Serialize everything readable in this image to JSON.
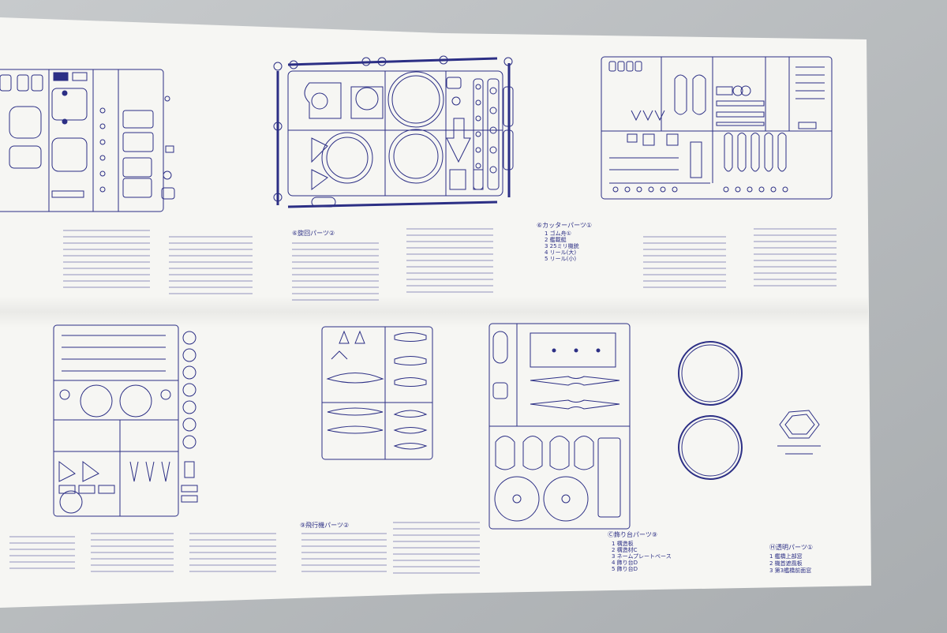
{
  "sheet": {
    "paper_color": "#f6f6f3",
    "ink_color": "#2c2f85",
    "background_color": "#bfc3c6"
  },
  "section_headings": {
    "turret_parts": "⑥旋回パーツ②",
    "cutter_parts": "⑥カッターパーツ①",
    "aircraft_parts": "⑨飛行機パーツ②",
    "stand_parts": "Ⓒ飾り台パーツ⑨",
    "clear_parts": "Ⓗ透明パーツ①"
  },
  "clear_parts_list": [
    "1 艦橋上部窓",
    "2 機首遮風板",
    "3 第3艦橋前面窓"
  ],
  "stand_parts_list": [
    "1 構造板",
    "2 構造材C",
    "3 ネームプレートベース",
    "4 飾り台D",
    "5 飾り台D"
  ],
  "cutter_parts_list": [
    "1 ゴム舟①",
    "2 艦載艇",
    "3 25ミリ機銃",
    "4 リール(大)",
    "5 リール(小)"
  ]
}
